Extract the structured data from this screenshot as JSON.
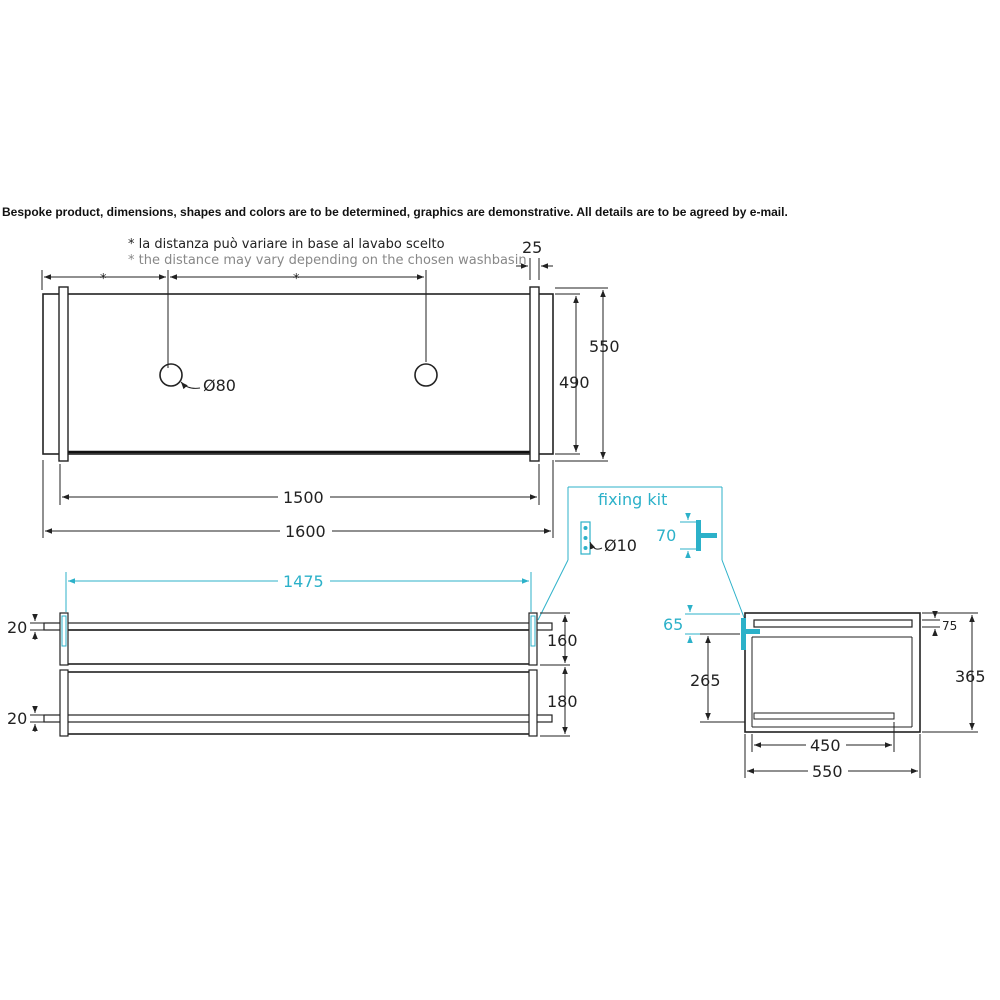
{
  "notice": "Bespoke product, dimensions, shapes and colors are to be determined, graphics are demonstrative. All details are to be agreed by e-mail.",
  "top_view": {
    "note_it": "* la distanza può variare in base al lavabo scelto",
    "note_en": "* the distance may vary depending on the chosen washbasin",
    "asterisk": "*",
    "dim_side": "25",
    "dim_depth_outer": "550",
    "dim_depth_inner": "490",
    "hole_diameter": "Ø80",
    "dim_inner_width": "1500",
    "dim_total_width": "1600"
  },
  "fixing_kit": {
    "title": "fixing kit",
    "bolt_diameter": "Ø10",
    "bracket_height": "70"
  },
  "front_view": {
    "dim_rail_length": "1475",
    "dim_rail_top": "20",
    "dim_rail_bottom": "20",
    "dim_upper_height": "160",
    "dim_lower_height": "180"
  },
  "side_view": {
    "dim_bracket": "65",
    "dim_lip": "75",
    "dim_mount_height": "265",
    "dim_total_height": "365",
    "dim_inner_depth": "450",
    "dim_total_depth": "550"
  },
  "colors": {
    "line": "#222222",
    "accent": "#2cb1c9"
  }
}
